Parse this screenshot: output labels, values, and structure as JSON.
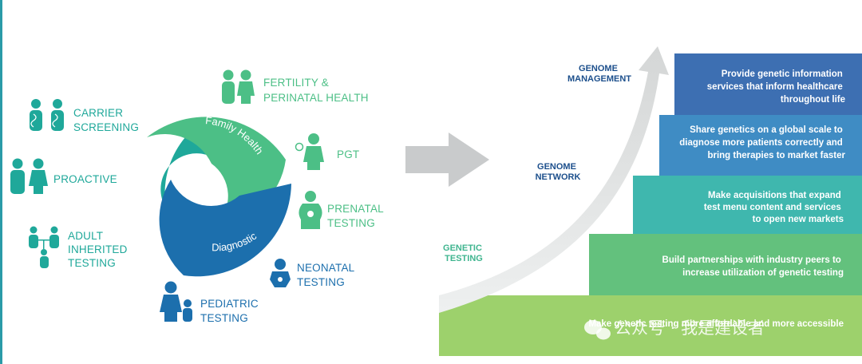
{
  "colors": {
    "teal": "#1fa89a",
    "green": "#4cbf86",
    "blue": "#1c6fad",
    "navy": "#1f4e8c",
    "arrow": "#c9cbcc",
    "band_1": "#3d6fb2",
    "band_2": "#3f8cc4",
    "band_3": "#3fb7ae",
    "band_4": "#63c17d",
    "band_5": "#9dd16c"
  },
  "cycle": {
    "segments": {
      "proactive": "Proactive",
      "family_health": "Family Health",
      "diagnostic": "Diagnostic"
    }
  },
  "testing_labels": {
    "carrier_screening": [
      "CARRIER",
      "SCREENING"
    ],
    "proactive": [
      "PROACTIVE"
    ],
    "adult_inherited": [
      "ADULT",
      "INHERITED",
      "TESTING"
    ],
    "fertility": [
      "FERTILITY &",
      "PERINATAL HEALTH"
    ],
    "pgt": [
      "PGT"
    ],
    "prenatal": [
      "PRENATAL",
      "TESTING"
    ],
    "neonatal": [
      "NEONATAL",
      "TESTING"
    ],
    "pediatric": [
      "PEDIATRIC",
      "TESTING"
    ]
  },
  "stages": {
    "genome_management": [
      "GENOME",
      "MANAGEMENT"
    ],
    "genome_network": [
      "GENOME",
      "NETWORK"
    ],
    "genetic_testing": [
      "GENETIC",
      "TESTING"
    ]
  },
  "bands": [
    [
      "Provide genetic information",
      "services that inform healthcare",
      "throughout life"
    ],
    [
      "Share genetics on a global scale to",
      "diagnose more patients correctly and",
      "bring therapies to market faster"
    ],
    [
      "Make acquisitions that expand",
      "test menu content and services",
      "to open new markets"
    ],
    [
      "Build partnerships with industry peers to",
      "increase utilization of genetic testing"
    ],
    [
      "Make genetic testing more affordable and more accessible"
    ]
  ],
  "watermark": "公众号 · 我是建设者"
}
